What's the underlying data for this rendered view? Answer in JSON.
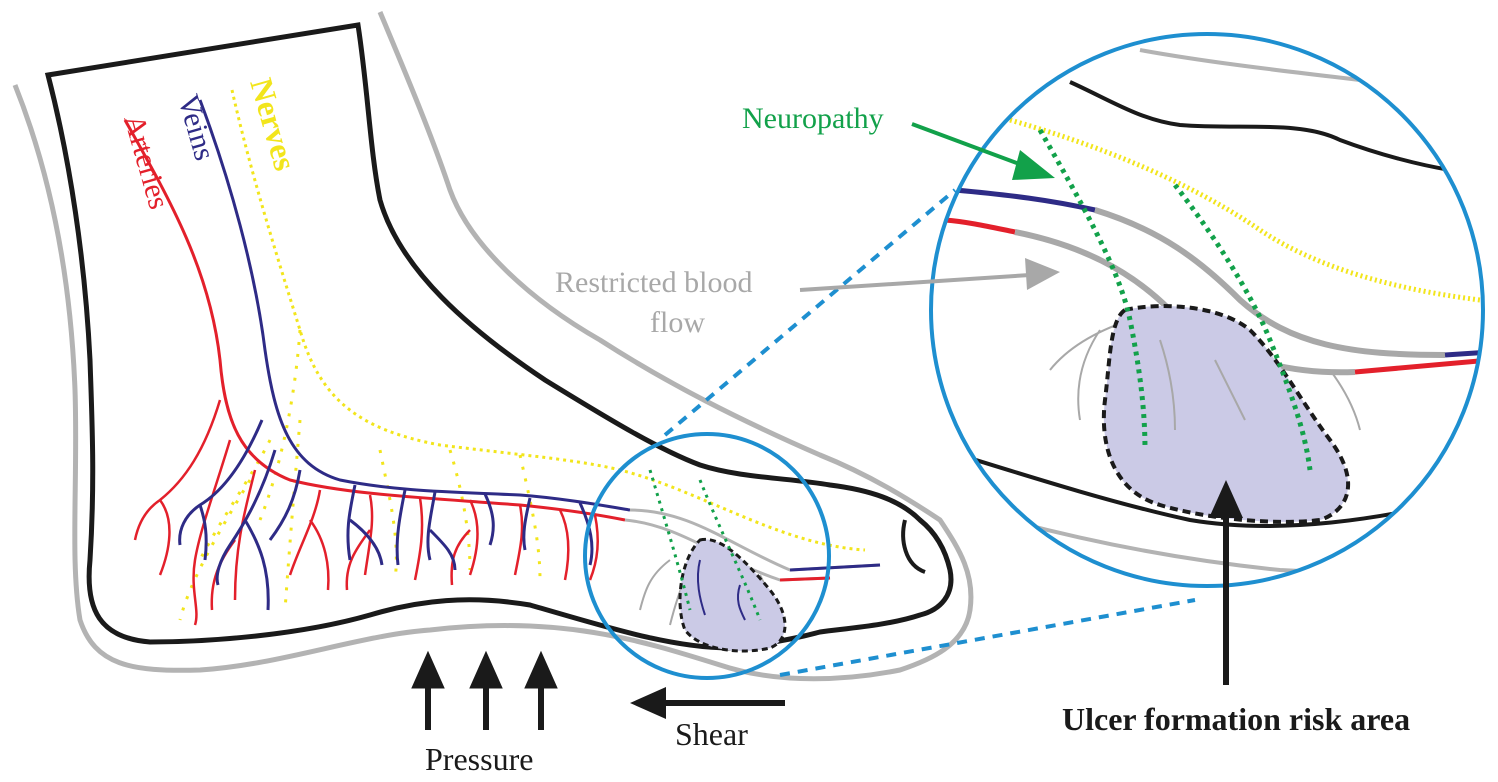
{
  "labels": {
    "arteries": "Arteries",
    "veins": "Veins",
    "nerves": "Nerves",
    "neuropathy": "Neuropathy",
    "restricted_line1": "Restricted blood",
    "restricted_line2": "flow",
    "pressure": "Pressure",
    "shear": "Shear",
    "ulcer": "Ulcer formation risk area"
  },
  "colors": {
    "artery": "#e3202b",
    "vein": "#2e2b86",
    "nerve": "#f2e51c",
    "neuropathy": "#12a14a",
    "restricted": "#a8a8a8",
    "skin_outline": "#1a1a1a",
    "outer_contour": "#b3b3b3",
    "zoom_circle": "#1e8fd0",
    "ulcer_fill": "#cbcae6",
    "arrow": "#1a1a1a"
  }
}
